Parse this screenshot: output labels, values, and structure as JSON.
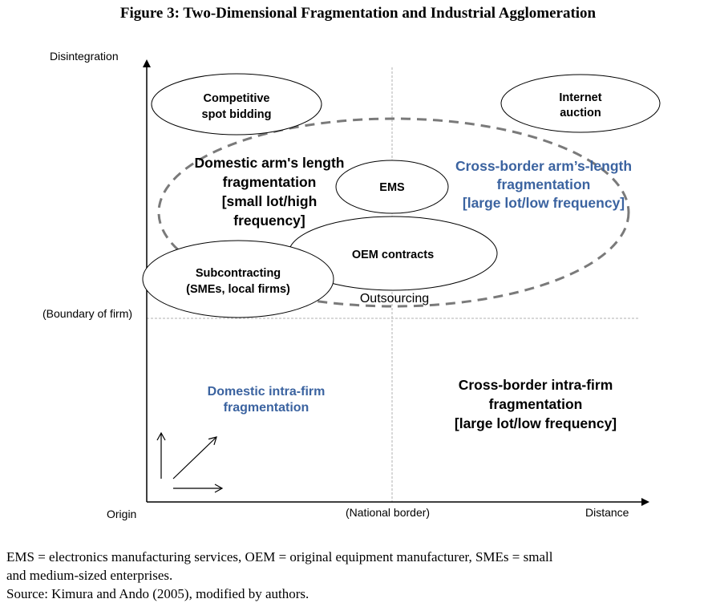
{
  "title": "Figure 3: Two-Dimensional Fragmentation and Industrial Agglomeration",
  "axes": {
    "y_label": "Disintegration",
    "x_label": "Distance",
    "origin_label": "Origin",
    "y_divider_label": "(Boundary of firm)",
    "x_divider_label": "(National border)"
  },
  "ellipses": {
    "competitive": [
      "Competitive",
      "spot bidding"
    ],
    "internet": [
      "Internet",
      "auction"
    ],
    "ems": [
      "EMS"
    ],
    "oem": [
      "OEM contracts"
    ],
    "subcontracting": [
      "Subcontracting",
      "(SMEs, local firms)"
    ]
  },
  "outsourcing_label": "Outsourcing",
  "regions": {
    "domestic_arms_length": [
      "Domestic arm's length",
      "fragmentation",
      "[small lot/high",
      "frequency]"
    ],
    "cross_border_arms_length": [
      "Cross-border arm’s-length",
      "fragmentation",
      "[large lot/low frequency]"
    ],
    "domestic_intra_firm": [
      "Domestic intra-firm",
      "fragmentation"
    ],
    "cross_border_intra_firm": [
      "Cross-border intra-firm",
      "fragmentation",
      "[large lot/low frequency]"
    ]
  },
  "colors": {
    "blue_text": "#3b63a0",
    "dashed_outline": "#7a7a7a",
    "divider": "#b0b0b0"
  },
  "caption": {
    "line1": "EMS = electronics manufacturing services, OEM = original equipment manufacturer, SMEs = small",
    "line2": "and medium-sized enterprises.",
    "line3": "Source: Kimura and Ando (2005), modified by authors."
  }
}
